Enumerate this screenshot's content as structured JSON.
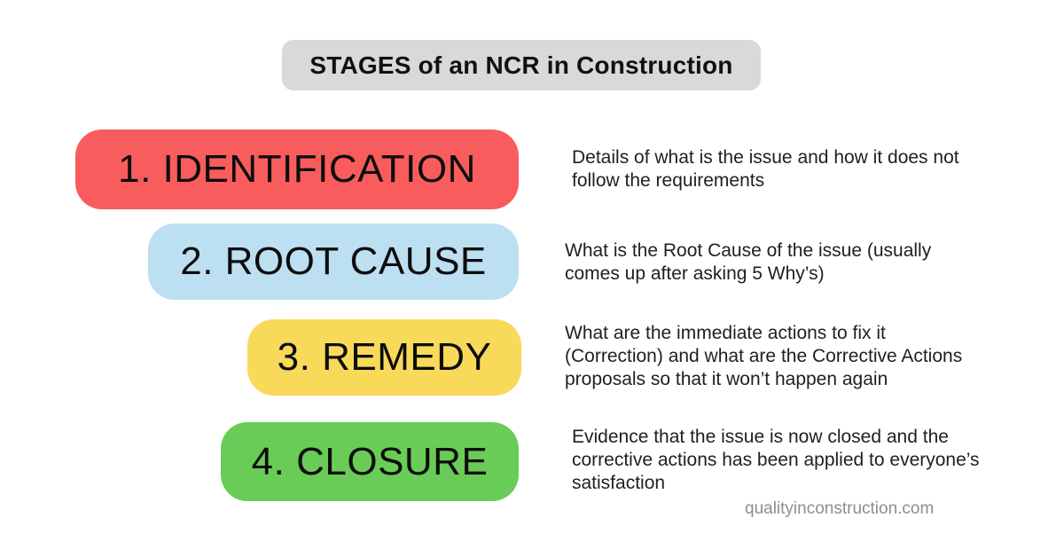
{
  "title": "STAGES of an NCR in Construction",
  "stages": [
    {
      "label": "1. IDENTIFICATION",
      "color": "#F95C5C",
      "description": "Details of what is the issue and how it does not\nfollow the requirements"
    },
    {
      "label": "2. ROOT CAUSE",
      "color": "#BDDFF2",
      "description": "What is the Root Cause of the issue (usually\ncomes up after asking 5 Why’s)"
    },
    {
      "label": "3. REMEDY",
      "color": "#F9D959",
      "description": "What are the immediate actions to fix it\n(Correction) and what are the Corrective Actions\nproposals so that it won’t happen again"
    },
    {
      "label": "4. CLOSURE",
      "color": "#69CC56",
      "description": "Evidence that the issue is now closed and the\ncorrective actions has been applied  to everyone’s\nsatisfaction"
    }
  ],
  "watermark": "qualityinconstruction.com",
  "colors": {
    "title_background": "#D9D9D9",
    "background": "#FFFFFF",
    "body_text": "#1F1F1F",
    "watermark_text": "#8C8C94"
  }
}
